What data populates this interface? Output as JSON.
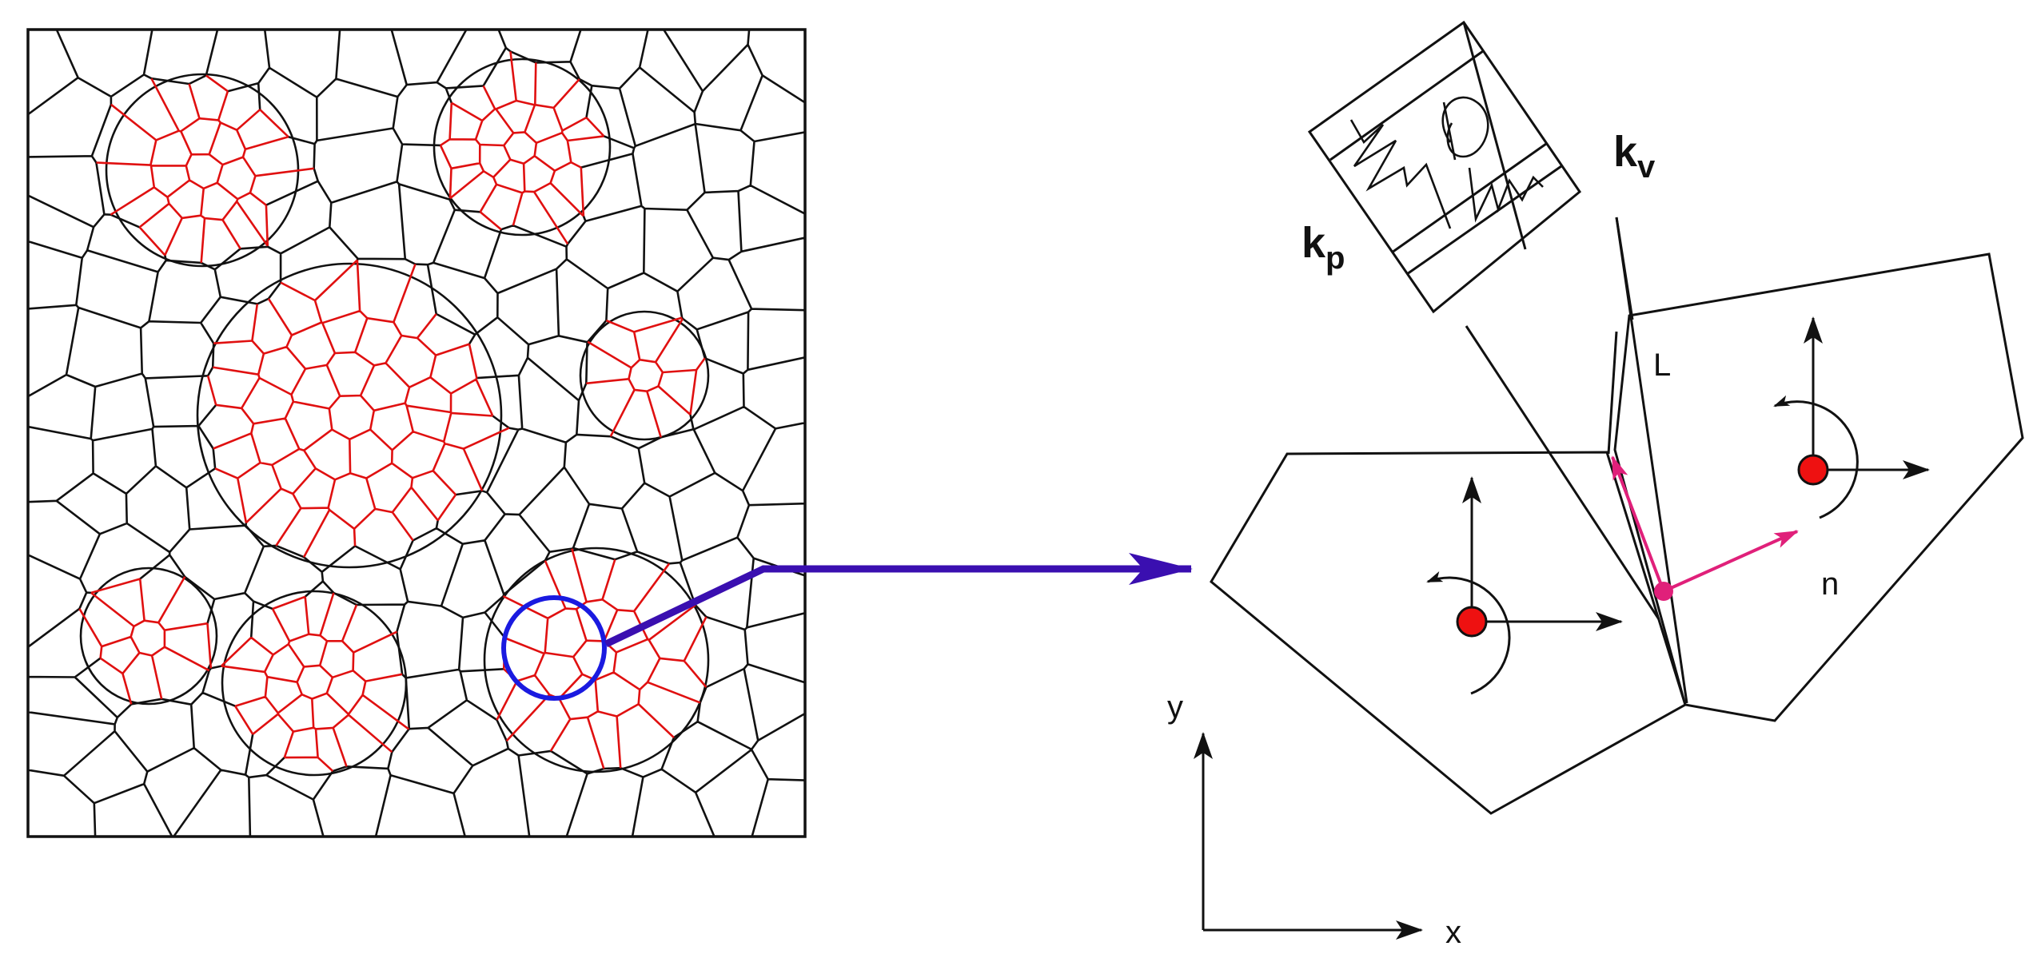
{
  "diagram": {
    "labels": {
      "k_p": "k",
      "k_p_sub": "p",
      "k_v": "k",
      "k_v_sub": "v",
      "length": "L",
      "normal": "n",
      "axis_x": "x",
      "axis_y": "y"
    },
    "colors": {
      "black_edges": "#111111",
      "red_edges": "#e01010",
      "zoom_circle": "#1a1ae0",
      "zoom_arrow": "#3a0fb0",
      "normal_vectors": "#e0207a",
      "centroid_fill": "#ee1111"
    },
    "icons": [
      "spring-dashpot-icon",
      "rotation-arrow-icon",
      "centroid-dot-icon"
    ]
  }
}
